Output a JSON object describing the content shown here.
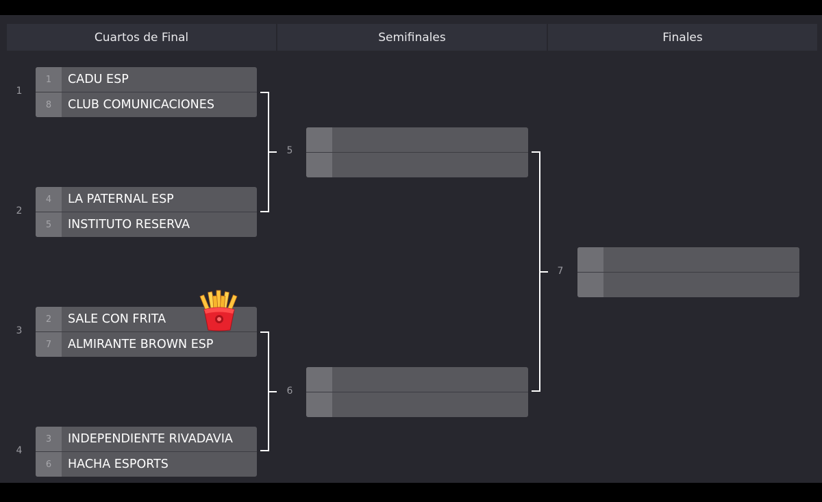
{
  "columns": [
    {
      "title": "Cuartos de Final"
    },
    {
      "title": "Semifinales"
    },
    {
      "title": "Finales"
    }
  ],
  "quarterfinals": [
    {
      "number": "1",
      "teams": [
        {
          "seed": "1",
          "name": "CADU ESP"
        },
        {
          "seed": "8",
          "name": "CLUB COMUNICACIONES"
        }
      ]
    },
    {
      "number": "2",
      "teams": [
        {
          "seed": "4",
          "name": "LA PATERNAL ESP"
        },
        {
          "seed": "5",
          "name": "INSTITUTO RESERVA"
        }
      ]
    },
    {
      "number": "3",
      "teams": [
        {
          "seed": "2",
          "name": "SALE CON FRITA"
        },
        {
          "seed": "7",
          "name": "ALMIRANTE BROWN ESP"
        }
      ]
    },
    {
      "number": "4",
      "teams": [
        {
          "seed": "3",
          "name": "INDEPENDIENTE RIVADAVIA"
        },
        {
          "seed": "6",
          "name": "HACHA ESPORTS"
        }
      ]
    }
  ],
  "semifinals": [
    {
      "number": "5",
      "teams": [
        {
          "seed": "",
          "name": ""
        },
        {
          "seed": "",
          "name": ""
        }
      ]
    },
    {
      "number": "6",
      "teams": [
        {
          "seed": "",
          "name": ""
        },
        {
          "seed": "",
          "name": ""
        }
      ]
    }
  ],
  "finals": [
    {
      "number": "7",
      "teams": [
        {
          "seed": "",
          "name": ""
        },
        {
          "seed": "",
          "name": ""
        }
      ]
    }
  ],
  "emoji": {
    "icon": "french-fries-icon"
  },
  "colors": {
    "background": "#27272e",
    "header": "#30313a",
    "slot": "#58585d",
    "seed": "#6f6f74",
    "connector": "#ffffff"
  }
}
